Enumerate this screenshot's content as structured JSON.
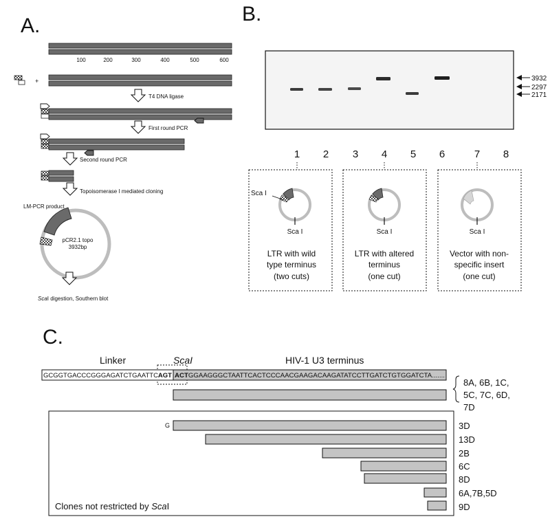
{
  "panels": {
    "a_label": "A.",
    "b_label": "B.",
    "c_label": "C."
  },
  "panel_a": {
    "scale_ticks": [
      "100",
      "200",
      "300",
      "400",
      "500",
      "600"
    ],
    "plus_sign": "+",
    "steps": [
      "T4 DNA ligase",
      "First round PCR",
      "Second round PCR",
      "Topoisomerase I mediated cloning"
    ],
    "product_label": "LM-PCR product",
    "plasmid_name": "pCR2.1 topo",
    "plasmid_size": "3932bp",
    "final_step_prefix": "Sca",
    "final_step_rest": "I digestion, Southern blot"
  },
  "panel_b": {
    "lanes": [
      "1",
      "2",
      "3",
      "4",
      "5",
      "6",
      "7",
      "8"
    ],
    "size_markers": [
      "3932",
      "2297",
      "2171"
    ],
    "insets": [
      {
        "site_top": "Sca I",
        "site_bottom": "Sca I",
        "caption": [
          "LTR with wild",
          "type terminus",
          "(two cuts)"
        ]
      },
      {
        "site_bottom": "Sca I",
        "caption": [
          "LTR with altered",
          "terminus",
          "(one cut)"
        ]
      },
      {
        "site_bottom": "Sca I",
        "caption": [
          "Vector with non-",
          "specific insert",
          "(one cut)"
        ]
      }
    ]
  },
  "panel_c": {
    "linker_label": "Linker",
    "scai_label": "ScaI",
    "terminus_label": "HIV-1 U3 terminus",
    "seq_linker": "GCGGTGACCCGGGAGATCTGAATTC",
    "seq_agt": "AGT",
    "seq_act": "ACT",
    "seq_tail": "GGAAGGGCTAATTCACTCCCAACGAAGACAAGATATCCTTGATCTGTGGATCTA.......",
    "wt_clones": [
      "8A, 6B, 1C,",
      "5C, 7C, 6D,",
      "7D"
    ],
    "g_mark": "G",
    "clones": [
      "3D",
      "13D",
      "2B",
      "6C",
      "8D",
      "6A,7B,5D",
      "9D"
    ],
    "box_caption_prefix": "Clones not restricted by ",
    "box_caption_italic": "Sca",
    "box_caption_suffix": "I"
  },
  "colors": {
    "dna_dark": "#6a6a6a",
    "plasmid_ring": "#bdbdbd",
    "bar_fill": "#c4c4c4",
    "gel_bg": "#f4f4f4"
  }
}
